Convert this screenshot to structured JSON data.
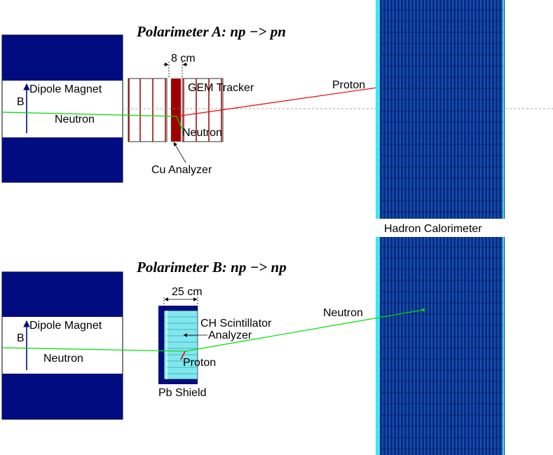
{
  "colors": {
    "magnet": "#000c80",
    "copper": "#9e0000",
    "scintillator": "#7fe8ef",
    "calorimeter_blue": "#0a2a8c",
    "calorimeter_cyan": "#43e6f2",
    "neutron_track": "#00dd00",
    "proton_track": "#ee0000",
    "field_arrow": "#000c80"
  },
  "polarimeter_a": {
    "title": "Polarimeter A: np −> pn",
    "dimension_label": "8 cm",
    "tracker_label": "GEM Tracker",
    "magnet_label": "Dipole Magnet",
    "field_label": "B",
    "beam_label": "Neutron",
    "scattered_label": "Neutron",
    "outgoing_label": "Proton",
    "analyzer_label": "Cu Analyzer"
  },
  "calorimeter_label": "Hadron Calorimeter",
  "polarimeter_b": {
    "title": "Polarimeter B: np −> np",
    "dimension_label": "25 cm",
    "scintillator_label": "CH Scintillator",
    "analyzer_label": "Analyzer",
    "magnet_label": "Dipole Magnet",
    "field_label": "B",
    "beam_label": "Neutron",
    "scattered_label": "Proton",
    "outgoing_label": "Neutron",
    "shield_label": "Pb Shield"
  }
}
